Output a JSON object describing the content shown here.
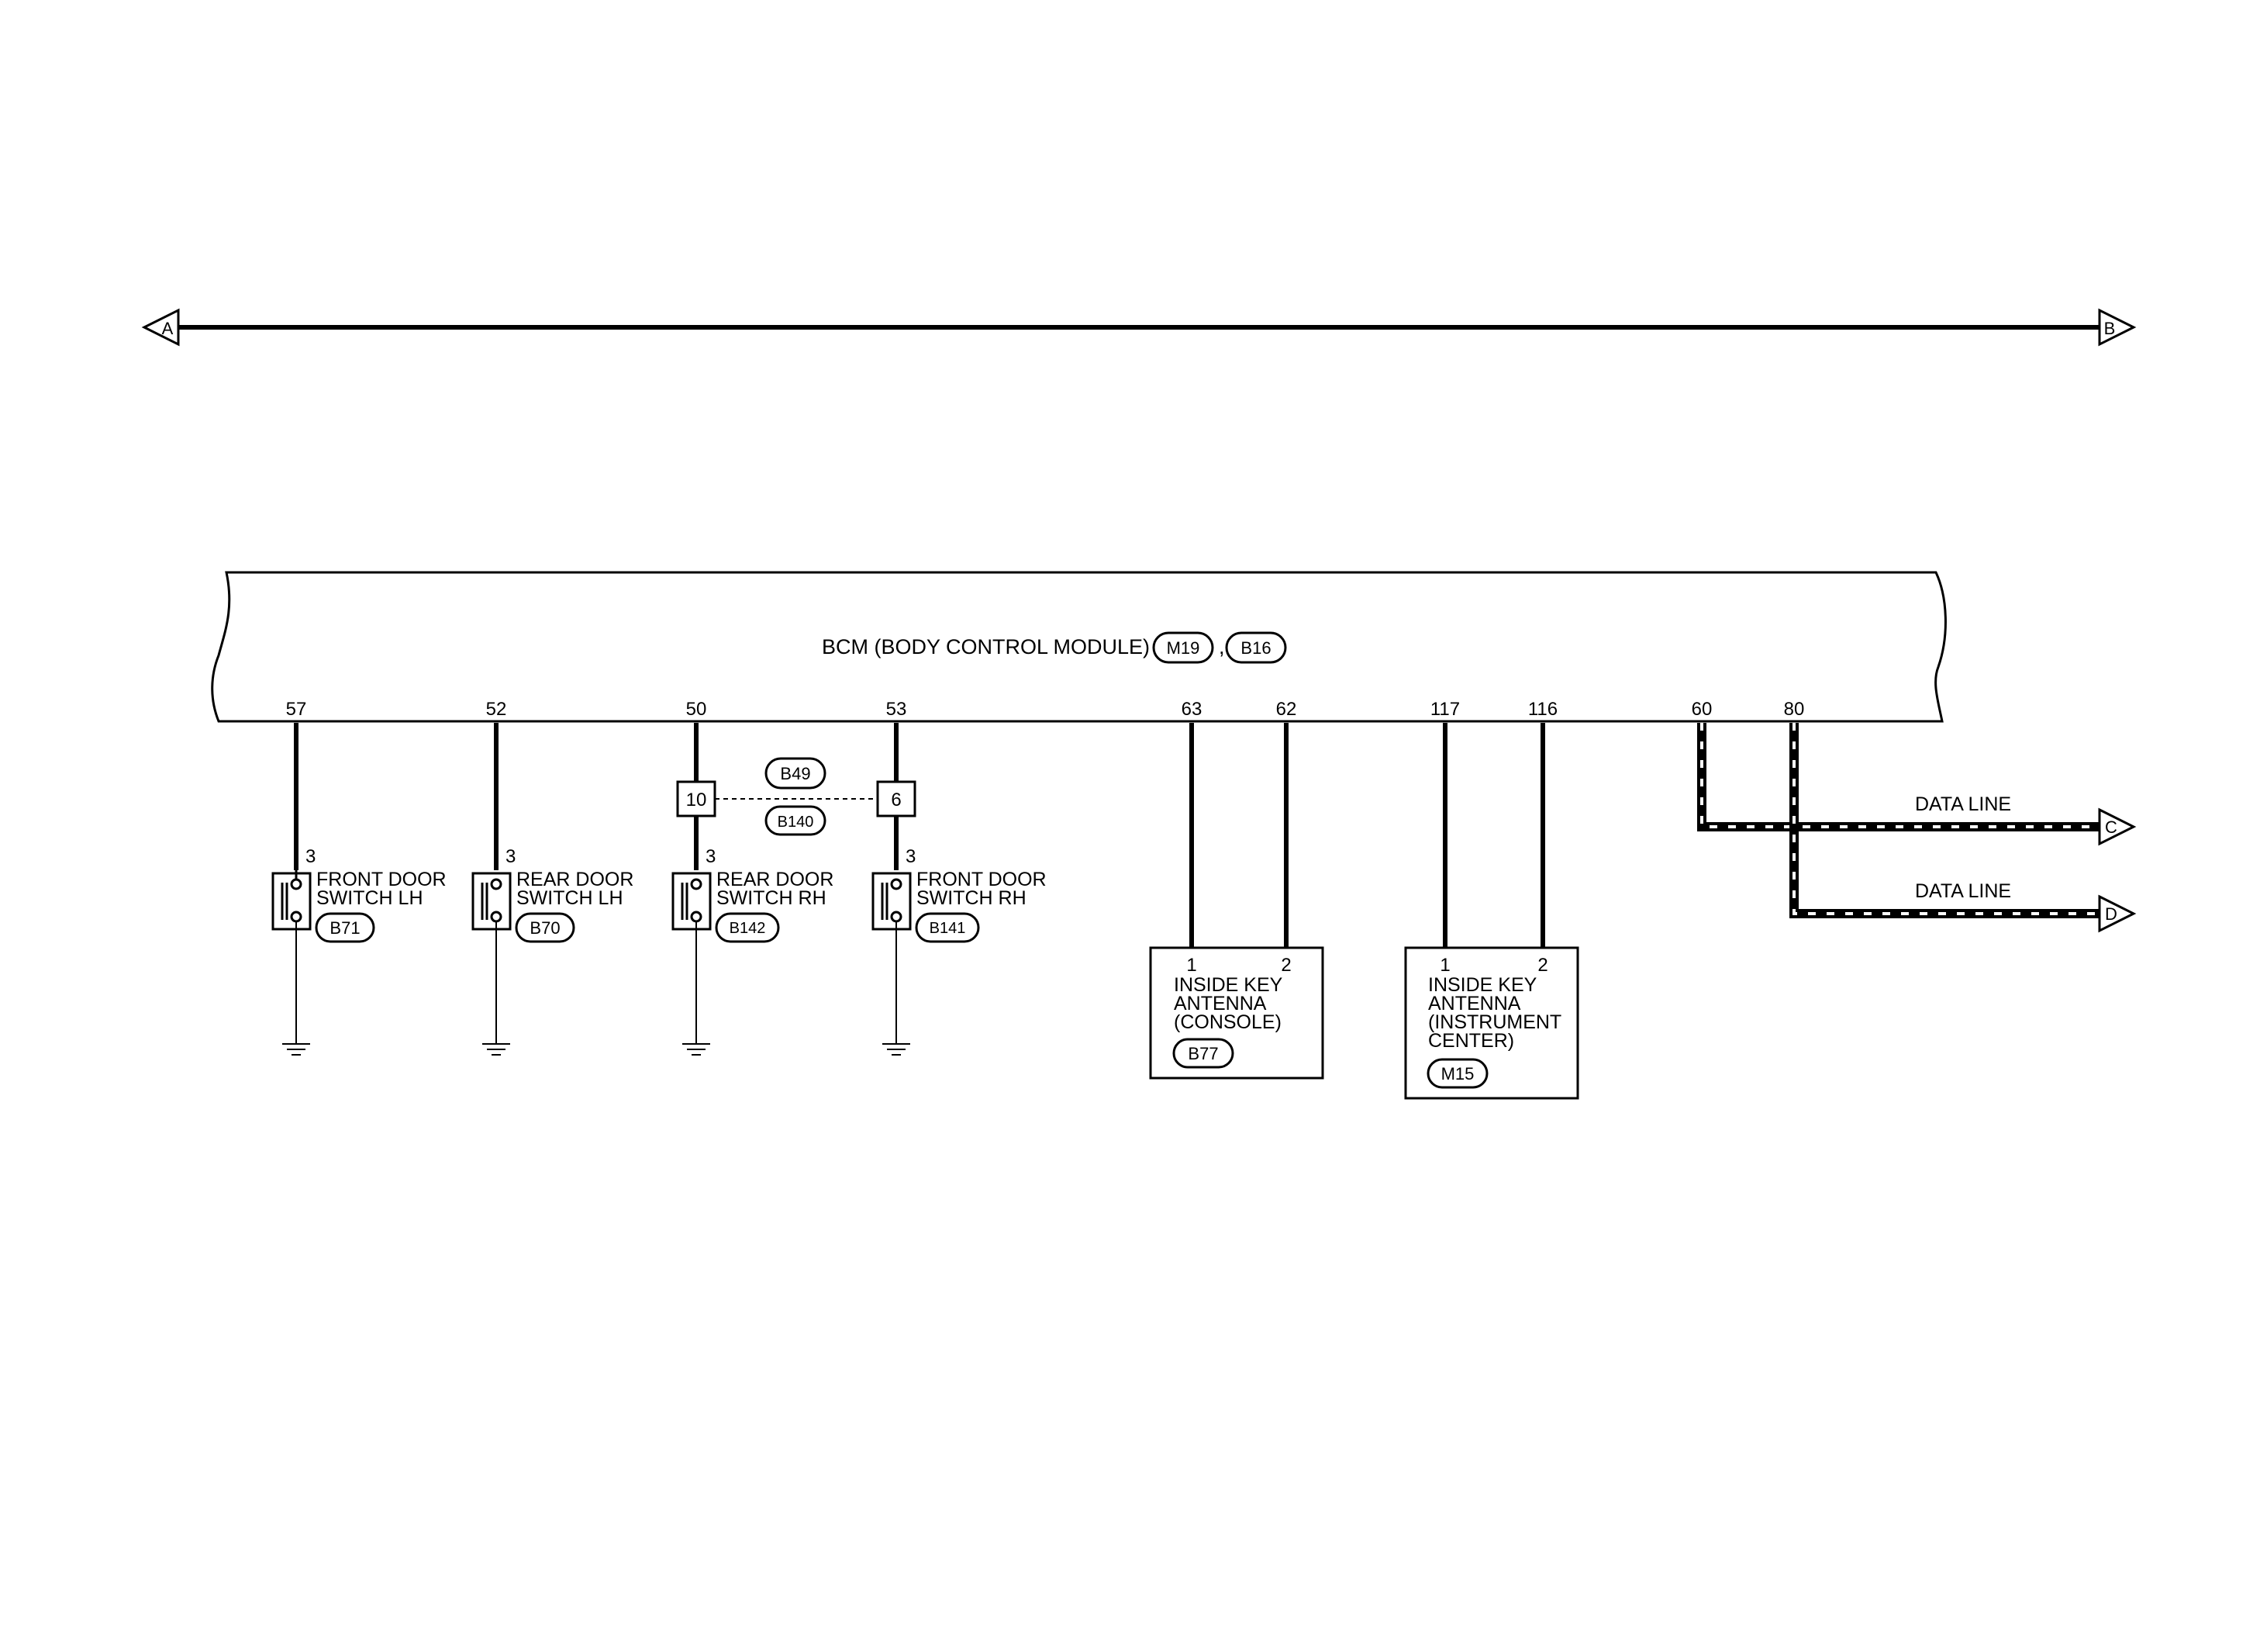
{
  "connectors": {
    "left": "A",
    "right_top": "B",
    "data1": "C",
    "data2": "D"
  },
  "bcm": {
    "title": "BCM (BODY CONTROL MODULE)",
    "connector_1": "M19",
    "separator": ",",
    "connector_2": "B16",
    "pins": [
      "57",
      "52",
      "50",
      "53",
      "63",
      "62",
      "117",
      "116",
      "60",
      "80"
    ]
  },
  "junction": {
    "connector_top": "B49",
    "connector_bottom": "B140",
    "left_pin": "10",
    "right_pin": "6"
  },
  "switches": [
    {
      "pin": "3",
      "line1": "FRONT DOOR",
      "line2": "SWITCH LH",
      "connector": "B71"
    },
    {
      "pin": "3",
      "line1": "REAR DOOR",
      "line2": "SWITCH LH",
      "connector": "B70"
    },
    {
      "pin": "3",
      "line1": "REAR DOOR",
      "line2": "SWITCH RH",
      "connector": "B142"
    },
    {
      "pin": "3",
      "line1": "FRONT DOOR",
      "line2": "SWITCH RH",
      "connector": "B141"
    }
  ],
  "antenna_console": {
    "pin1": "1",
    "pin2": "2",
    "lines": [
      "INSIDE KEY",
      "ANTENNA",
      "(CONSOLE)"
    ],
    "connector": "B77"
  },
  "antenna_instrument": {
    "pin1": "1",
    "pin2": "2",
    "lines": [
      "INSIDE KEY",
      "ANTENNA",
      "(INSTRUMENT",
      "CENTER)"
    ],
    "connector": "M15"
  },
  "data_lines": {
    "label_1": "DATA LINE",
    "label_2": "DATA LINE"
  }
}
